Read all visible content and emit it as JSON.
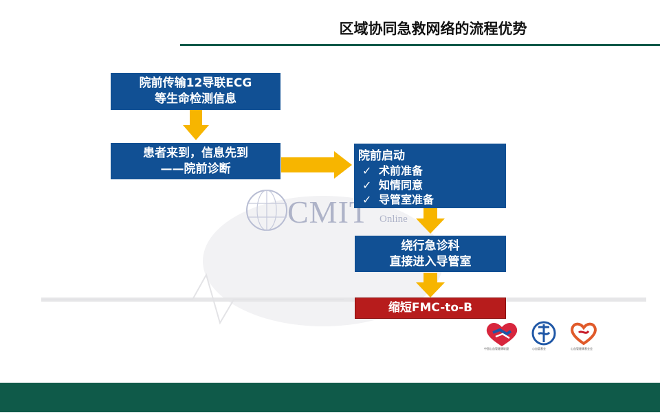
{
  "slide": {
    "title": "区域协同急救网络的流程优势"
  },
  "watermark": {
    "brand": "CMIT",
    "sub": "Online"
  },
  "flow": {
    "box1": {
      "line1": "院前传输12导联ECG",
      "line2": "等生命检测信息"
    },
    "box2": {
      "line1": "患者来到，信息先到",
      "line2": "——院前诊断"
    },
    "box3": {
      "title": "院前启动",
      "check_glyph": "✓",
      "items": [
        "术前准备",
        "知情同意",
        "导管室准备"
      ]
    },
    "box4": {
      "line1": "绕行急诊科",
      "line2": "直接进入导管室"
    },
    "box5": {
      "line1": "缩短FMC-to-B"
    }
  },
  "colors": {
    "box_blue": "#115094",
    "box_red": "#b71c1c",
    "arrow_yellow": "#f7b500",
    "band_green": "#0f5a49"
  },
  "logos": [
    {
      "icon": "heart-handshake-logo",
      "caption": "中国心血管健康联盟"
    },
    {
      "icon": "blue-emblem-logo",
      "caption": "心血管基金"
    },
    {
      "icon": "red-heart-logo",
      "caption": "心血管健康基金会"
    }
  ]
}
